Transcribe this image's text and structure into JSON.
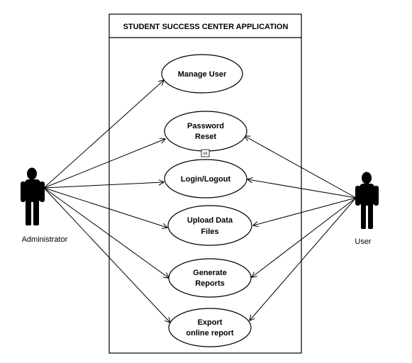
{
  "system": {
    "title": "STUDENT SUCCESS CENTER APPLICATION"
  },
  "actors": {
    "administrator": {
      "label": "Administrator"
    },
    "user": {
      "label": "User"
    }
  },
  "use_cases": [
    {
      "line1": "Manage User",
      "line2": ""
    },
    {
      "line1": "Password",
      "line2": "Reset"
    },
    {
      "line1": "Login/Logout",
      "line2": ""
    },
    {
      "line1": "Upload Data",
      "line2": "Files"
    },
    {
      "line1": "Generate",
      "line2": "Reports"
    },
    {
      "line1": "Export",
      "line2": "online report"
    }
  ],
  "marker_text": "sn"
}
